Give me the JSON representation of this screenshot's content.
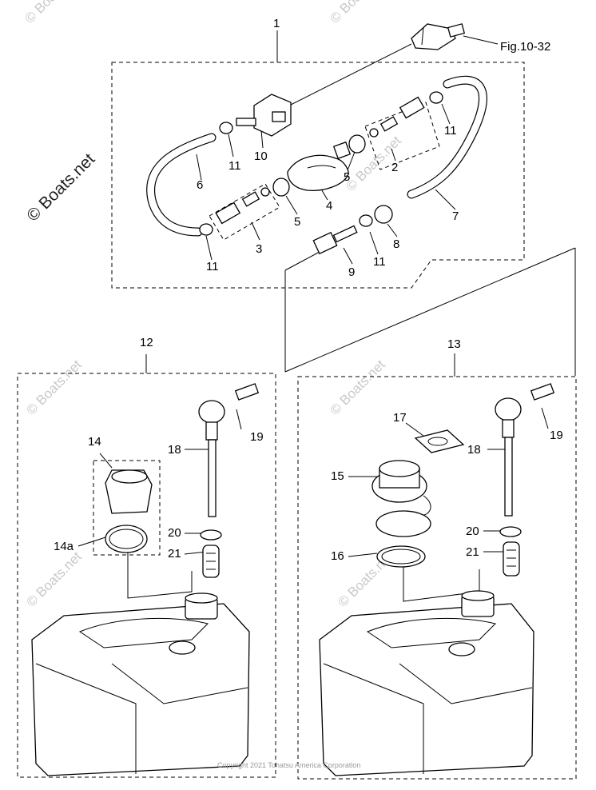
{
  "figure_ref": "Fig.10-32",
  "watermark": "© Boats.net",
  "copyright": "Copyright 2021 Tohatsu America Corporation",
  "callouts": {
    "c1": "1",
    "c2": "2",
    "c3": "3",
    "c4": "4",
    "c5a": "5",
    "c5b": "5",
    "c6": "6",
    "c7": "7",
    "c8": "8",
    "c9": "9",
    "c10": "10",
    "c11a": "11",
    "c11b": "11",
    "c11c": "11",
    "c11d": "11",
    "c12": "12",
    "c13": "13",
    "c14": "14",
    "c14a": "14a",
    "c15": "15",
    "c16": "16",
    "c17": "17",
    "c18a": "18",
    "c18b": "18",
    "c19a": "19",
    "c19b": "19",
    "c20a": "20",
    "c20b": "20",
    "c21a": "21",
    "c21b": "21"
  }
}
